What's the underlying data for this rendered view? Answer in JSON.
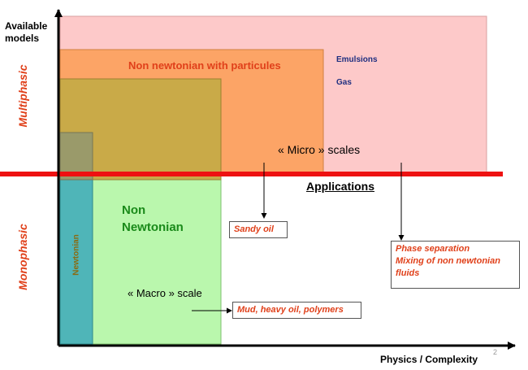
{
  "axes": {
    "y_label_line1": "Available",
    "y_label_line2": "models",
    "x_label": "Physics / Complexity"
  },
  "bands": {
    "multiphasic": "Multiphasic",
    "monophasic": "Monophasic"
  },
  "regions": {
    "non_newtonian_particules": "Non newtonian with particules",
    "emulsions": "Emulsions",
    "gas": "Gas",
    "micro_scales": "« Micro » scales",
    "applications": "Applications",
    "non_newtonian_line1": "Non",
    "non_newtonian_line2": "Newtonian",
    "newtonian": "Newtonian",
    "macro_scale": "« Macro » scale"
  },
  "callouts": {
    "sandy_oil": "Sandy oil",
    "phase_separation_line1": "Phase separation",
    "phase_separation_line2": "Mixing of non newtonian",
    "phase_separation_line3": "fluids",
    "mud": "Mud, heavy oil, polymers"
  },
  "page_number": "2",
  "colors": {
    "multiphasic_box": "#fdc9c9",
    "particules_box": "#fca466",
    "olive_box": "#c9aa48",
    "mono_box": "#baf7ad",
    "newtonian_bar": "#4fb5b8",
    "separator": "#ee1111",
    "band_label": "#e0401a",
    "green_text": "#1a8a1a",
    "navy_text": "#1f2f80"
  }
}
